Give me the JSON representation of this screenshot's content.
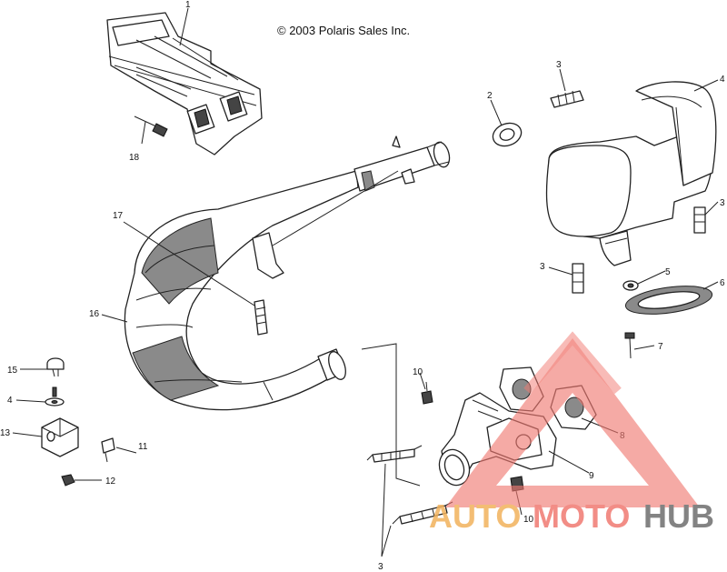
{
  "copyright": "© 2003 Polaris Sales Inc.",
  "callouts": {
    "c1": "1",
    "c2": "2",
    "c3_top": "3",
    "c3_right": "3",
    "c3_mid": "3",
    "c3_bottom": "3",
    "c4_right": "4",
    "c4_left": "4",
    "c5": "5",
    "c6": "6",
    "c7": "7",
    "c8": "8",
    "c9": "9",
    "c10_a": "10",
    "c10_b": "10",
    "c11": "11",
    "c12": "12",
    "c13": "13",
    "c15": "15",
    "c16": "16",
    "c17": "17",
    "c18": "18"
  },
  "watermark": {
    "part1": "AUTO",
    "part2": "MOTO",
    "part3": "HUB",
    "colors": {
      "triangle": "#f07a72",
      "auto": "#f2b25c",
      "moto": "#f07a72",
      "hub": "#6e6e6e"
    }
  }
}
